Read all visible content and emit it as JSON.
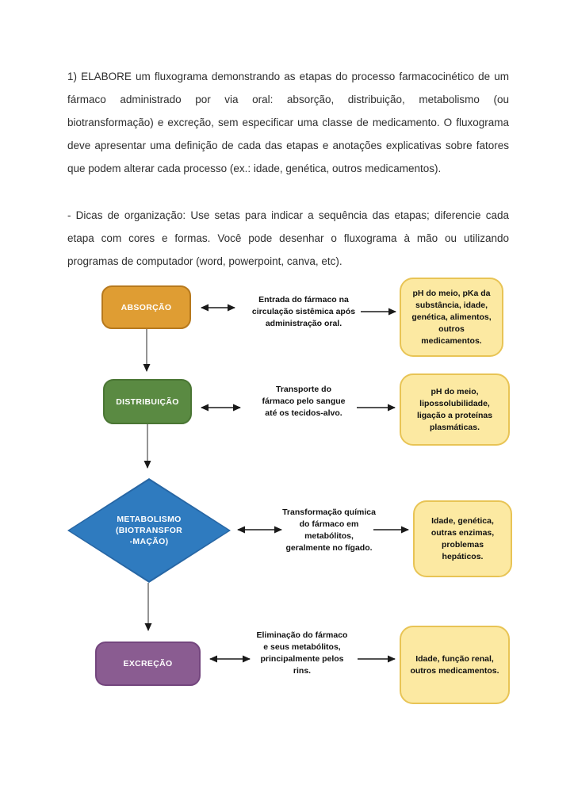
{
  "document": {
    "paragraph1": "1) ELABORE um fluxograma demonstrando as etapas do processo farmacocinético de um fármaco administrado por via oral: absorção, distribuição, metabolismo (ou biotransformação) e excreção, sem especificar uma classe de medicamento. O fluxograma deve apresentar uma definição de cada das etapas e anotações explicativas sobre fatores que podem alterar cada processo (ex.: idade, genética, outros medicamentos).",
    "paragraph2": "- Dicas de organização: Use setas para indicar a sequência das etapas; diferencie cada etapa com cores e formas. Você pode desenhar o fluxograma à mão ou utilizando programas de computador (word, powerpoint, canva, etc)."
  },
  "flowchart": {
    "stages": [
      {
        "id": "absorcao",
        "shape": "rounded-rect",
        "label": "ABSORÇÃO",
        "fill": "#DF9D33",
        "border": "#B7791D",
        "definition": "Entrada do fármaco na circulação sistêmica após administração oral.",
        "factors": "pH do meio, pKa da substância, idade, genética, alimentos, outros medicamentos."
      },
      {
        "id": "distribuicao",
        "shape": "rounded-rect",
        "label": "DISTRIBUIÇÃO",
        "fill": "#5A8A42",
        "border": "#4A7634",
        "definition": "Transporte do fármaco pelo sangue até os tecidos-alvo.",
        "factors": "pH do meio, lipossolubilidade, ligação a proteínas plasmáticas."
      },
      {
        "id": "metabolismo",
        "shape": "diamond",
        "label": "METABOLISMO\n(BIOTRANSFOR\n-MAÇÃO)",
        "fill": "#2F7BBF",
        "border": "#2766A4",
        "definition": "Transformação química do fármaco em metabólitos, geralmente no fígado.",
        "factors": "Idade, genética, outras enzimas, problemas hepáticos."
      },
      {
        "id": "excrecao",
        "shape": "rounded-rect",
        "label": "EXCREÇÃO",
        "fill": "#8A5C91",
        "border": "#74467E",
        "definition": "Eliminação do fármaco e seus metabólitos, principalmente pelos rins.",
        "factors": "Idade, função renal, outros medicamentos."
      }
    ],
    "factor_box_style": {
      "fill": "#FCE9A2",
      "border": "#E8C455"
    },
    "arrow_color": "#1a1a1a",
    "connector_color": "#5a5a5a"
  }
}
